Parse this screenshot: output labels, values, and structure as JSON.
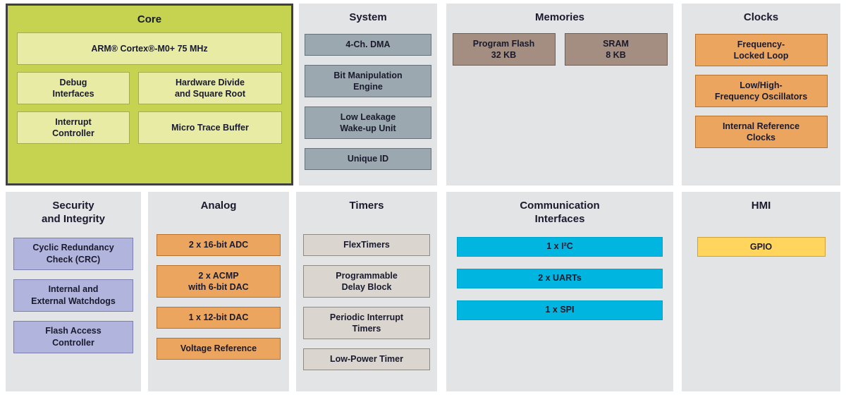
{
  "panels": {
    "core": {
      "title": "Core",
      "cpu": "ARM® Cortex®-M0+ 75 MHz",
      "blocks": [
        "Debug\nInterfaces",
        "Hardware Divide\nand Square Root",
        "Interrupt\nController",
        "Micro Trace Buffer"
      ]
    },
    "system": {
      "title": "System",
      "blocks": [
        "4-Ch. DMA",
        "Bit Manipulation\nEngine",
        "Low Leakage\nWake-up Unit",
        "Unique ID"
      ]
    },
    "memories": {
      "title": "Memories",
      "blocks": [
        "Program Flash\n32 KB",
        "SRAM\n8 KB"
      ]
    },
    "clocks": {
      "title": "Clocks",
      "blocks": [
        "Frequency-\nLocked Loop",
        "Low/High-\nFrequency Oscillators",
        "Internal Reference\nClocks"
      ]
    },
    "security": {
      "title": "Security\nand Integrity",
      "blocks": [
        "Cyclic Redundancy\nCheck (CRC)",
        "Internal and\nExternal Watchdogs",
        "Flash Access\nController"
      ]
    },
    "analog": {
      "title": "Analog",
      "blocks": [
        "2 x 16-bit ADC",
        "2 x ACMP\nwith 6-bit DAC",
        "1 x 12-bit DAC",
        "Voltage Reference"
      ]
    },
    "timers": {
      "title": "Timers",
      "blocks": [
        "FlexTimers",
        "Programmable\nDelay Block",
        "Periodic Interrupt\nTimers",
        "Low-Power Timer"
      ]
    },
    "comm": {
      "title": "Communication\nInterfaces",
      "blocks": [
        "1 x I²C",
        "2 x UARTs",
        "1 x SPI"
      ]
    },
    "hmi": {
      "title": "HMI",
      "blocks": [
        "GPIO"
      ]
    }
  },
  "palette": {
    "core_panel_green": "#c5d351",
    "core_block_green": "#e7eba4",
    "system_gray": "#9ca8af",
    "memory_brown": "#a38e81",
    "clock_analog_orange": "#eba55e",
    "security_purple": "#b1b4dc",
    "timer_beige": "#dad6cf",
    "comm_cyan": "#00b5e0",
    "hmi_yellow": "#ffd55e",
    "panel_gray": "#e3e4e5",
    "text_dark": "#1a1a2e"
  }
}
